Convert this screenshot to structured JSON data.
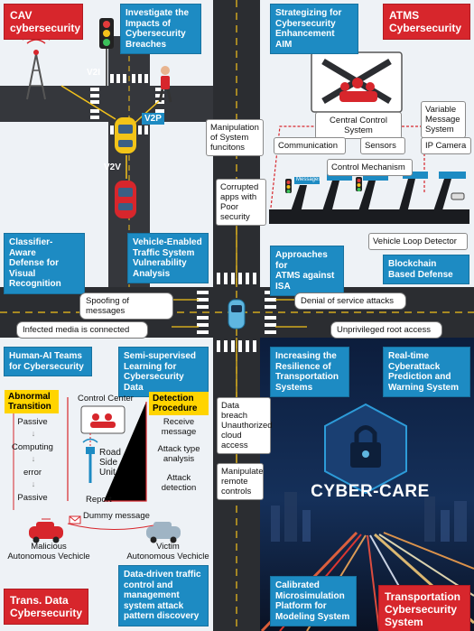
{
  "colors": {
    "red": "#d7262c",
    "blue": "#1d8bc3",
    "yellow": "#ffd400",
    "road": "#2b2d31"
  },
  "cav": {
    "title": "CAV\ncybersecurity",
    "investigate": "Investigate the\nImpacts of\nCybersecurity\nBreaches",
    "v2i": "V2I",
    "v2p": "V2P",
    "v2v": "V2V",
    "classifier": "Classifier-Aware\nDefense for\nVisual\nRecognition",
    "vehicle_enabled": "Vehicle-Enabled\nTraffic System\nVulnerability\nAnalysis"
  },
  "atms": {
    "title": "ATMS\nCybersecurity",
    "strategizing": "Strategizing for\nCybersecurity\nEnhancement AIM",
    "central": "Central Control System",
    "communication": "Communication",
    "sensors": "Sensors",
    "variable": "Variable\nMessage\nSystem",
    "ip_camera": "IP Camera",
    "control_mechanism": "Control Mechanism",
    "loop_detector": "Vehicle Loop Detector",
    "approaches": "Approaches for\nATMS against\nISA",
    "blockchain": "Blockchain\nBased Defense",
    "sign": "Messages"
  },
  "center": {
    "manipulation": "Manipulation\nof System\nfuncitons",
    "corrupted": "Corrupted\napps with\nPoor\nsecurity",
    "spoofing": "Spoofing of messages",
    "denial": "Denial of service attacks",
    "infected": "Infected media is connected",
    "unprivileged": "Unprivileged root access",
    "data_breach": "Data breach\nUnauthorized\ncloud\naccess",
    "manipulate_remote": "Manipulate\nremote\ncontrols"
  },
  "trans": {
    "title": "Trans. Data\nCybersecurity",
    "human_ai": "Human-AI Teams\nfor Cybersecurity",
    "semi": "Semi-supervised\nLearning for\nCybersecurity Data",
    "abnormal": "Abnormal\nTransition",
    "states": [
      "Passive",
      "Computing",
      "error",
      "Passive"
    ],
    "control_center": "Control Center",
    "rsu": "Road\nSide\nUnit",
    "detection": "Detection\nProcedure",
    "steps": [
      "Receive\nmessage",
      "Attack type\nanalysis",
      "Attack\ndetection"
    ],
    "report": "Report",
    "dummy": "Dummy message",
    "malicious": "Malicious\nAutonomous Vechicle",
    "victim": "Victim\nAutonomous Vechicle",
    "data_driven": "Data-driven traffic\ncontrol and\nmanagement\nsystem attack\npattern discovery"
  },
  "tcs": {
    "title": "Transportation\nCybersecurity\nSystem",
    "increasing": "Increasing the\nResilience of\nTransportation\nSystems",
    "realtime": "Real-time\nCyberattack\nPrediction and\nWarning System",
    "cyber_care": "CYBER-CARE",
    "calibrated": "Calibrated\nMicrosimulation\nPlatform for\nModeling System"
  }
}
